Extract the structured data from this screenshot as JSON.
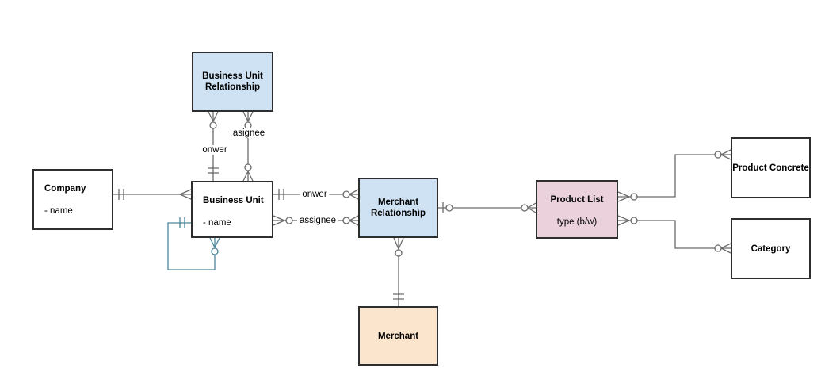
{
  "diagram_type": "entity-relationship-diagram",
  "entities": {
    "business_unit_relationship": {
      "name": "Business Unit Relationship",
      "fill": "#cfe2f3"
    },
    "company": {
      "name": "Company",
      "attribute": "- name",
      "fill": "#ffffff"
    },
    "business_unit": {
      "name": "Business Unit",
      "attribute": "- name",
      "fill": "#ffffff"
    },
    "merchant_relationship": {
      "name": "Merchant Relationship",
      "fill": "#cfe2f3"
    },
    "product_list": {
      "name": "Product List",
      "attribute": "type (b/w)",
      "fill": "#ead1dc"
    },
    "product_concrete": {
      "name": "Product Concrete",
      "fill": "#ffffff"
    },
    "category": {
      "name": "Category",
      "fill": "#ffffff"
    },
    "merchant": {
      "name": "Merchant",
      "fill": "#fce5cd"
    }
  },
  "relationship_labels": {
    "bur_owner": "onwer",
    "bur_assignee": "asignee",
    "mr_owner": "onwer",
    "mr_assignee": "assignee"
  },
  "colors": {
    "connector_gray": "#6b6b6b",
    "self_loop_teal": "#4a8699",
    "entity_border": "#2e2e2e",
    "entity_blue": "#cfe2f3",
    "entity_pink": "#ead1dc",
    "entity_peach": "#fce5cd",
    "background": "#ffffff"
  }
}
